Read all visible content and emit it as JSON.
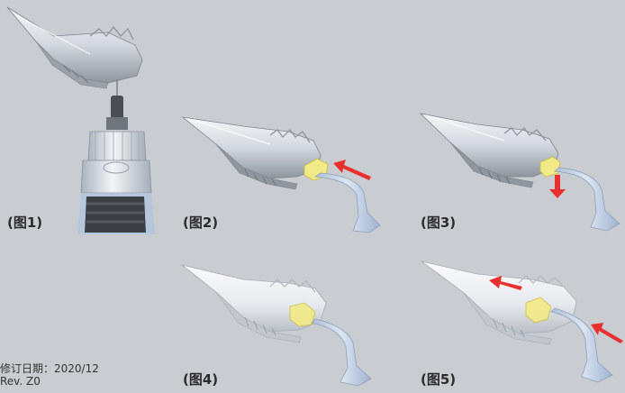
{
  "figures": [
    {
      "label": "(图1)"
    },
    {
      "label": "(图2)"
    },
    {
      "label": "(图3)"
    },
    {
      "label": "(图4)"
    },
    {
      "label": "(图5)"
    }
  ],
  "revision": {
    "date_line": "修订日期：2020/12",
    "rev_line": "Rev. Z0"
  },
  "colors": {
    "background": "#c9ccd0",
    "arrow": "#e8302e",
    "insert_yellow": "#f2ea86",
    "handpiece": "#cfd6de",
    "tool_blue": "#b8c8e0"
  }
}
